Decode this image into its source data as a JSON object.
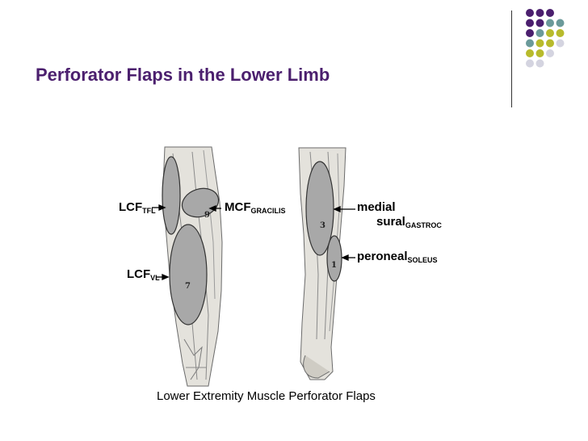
{
  "slide": {
    "title": "Perforator Flaps in the Lower Limb",
    "caption": "Lower Extremity Muscle Perforator Flaps"
  },
  "figure": {
    "labels": {
      "lcf_tfl": {
        "main": "LCF",
        "sub": "TFL"
      },
      "mcf_gracilis": {
        "main": "MCF",
        "sub": "GRACILIS"
      },
      "lcf_vl": {
        "main": "LCF",
        "sub": "VL"
      },
      "medial": {
        "main": "medial"
      },
      "sural": {
        "main": "sural",
        "sub": "GASTROC"
      },
      "peroneal": {
        "main": "peroneal",
        "sub": "SOLEUS"
      }
    },
    "numbers": {
      "n9": "9",
      "n7": "7",
      "n3": "3",
      "n1": "1"
    }
  },
  "colors": {
    "title": "#4b1f6e",
    "purple": "#4b1f6e",
    "teal": "#6b9a9a",
    "olive": "#b8bb2c",
    "lavender": "#d4d4e0",
    "flap_fill": "#a8a8a8"
  }
}
